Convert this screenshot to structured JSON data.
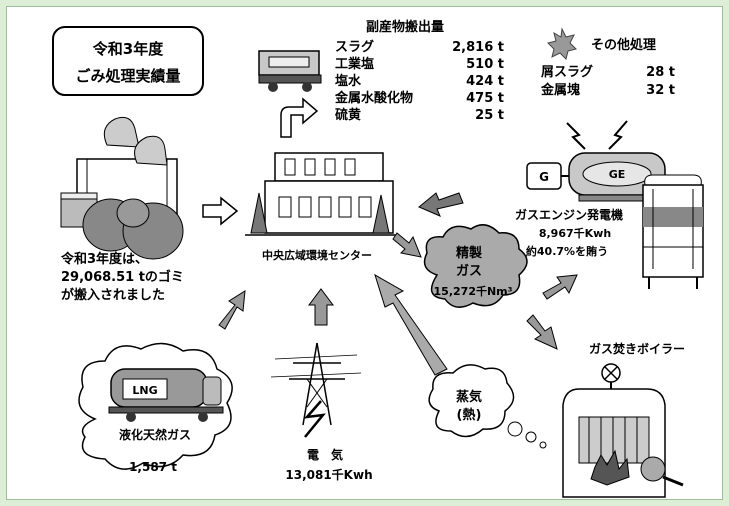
{
  "title_box": {
    "line1": "令和3年度",
    "line2": "ごみ処理実績量"
  },
  "byproducts": {
    "heading": "副産物搬出量",
    "items": [
      {
        "name": "スラグ",
        "value": "2,816 t"
      },
      {
        "name": "工業塩",
        "value": "510 t"
      },
      {
        "name": "塩水",
        "value": "424 t"
      },
      {
        "name": "金属水酸化物",
        "value": "475 t"
      },
      {
        "name": "硫黄",
        "value": "25 t"
      }
    ]
  },
  "other": {
    "heading": "その他処理",
    "items": [
      {
        "name": "屑スラグ",
        "value": "28 t"
      },
      {
        "name": "金属塊",
        "value": "32 t"
      }
    ]
  },
  "waste_note": {
    "line1": "令和3年度は、",
    "line2": "29,068.51 tのゴミ",
    "line3": "が搬入されました"
  },
  "center_label": "中央広域環境センター",
  "gas_engine": {
    "g_label": "G",
    "ge_label": "GE",
    "title": "ガスエンジン発電機",
    "output": "8,967千Kwh",
    "coverage": "約40.7%を賄う"
  },
  "refined_gas": {
    "line1": "精製",
    "line2": "ガス",
    "amount": "15,272千Nm³"
  },
  "boiler_label": "ガス焚きボイラー",
  "steam": {
    "line1": "蒸気",
    "line2": "(熱)"
  },
  "lng": {
    "tank_label": "LNG",
    "name": "液化天然ガス",
    "amount": "1,587 t"
  },
  "electricity": {
    "label": "電　気",
    "amount": "13,081千Kwh"
  },
  "colors": {
    "frame": "#dcefd6",
    "arrow": "#888888",
    "shape": "#b0b0b0"
  }
}
